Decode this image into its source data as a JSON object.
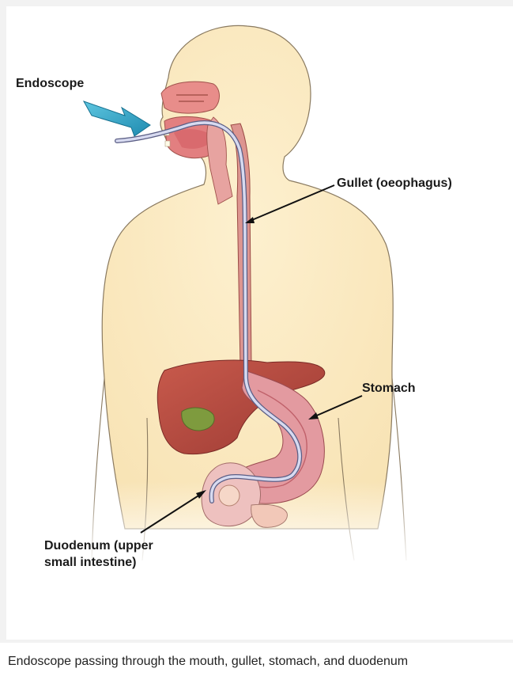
{
  "labels": {
    "endoscope": "Endoscope",
    "gullet": "Gullet (oeophagus)",
    "stomach": "Stomach",
    "duodenum_line1": "Duodenum (upper",
    "duodenum_line2": "small intestine)"
  },
  "caption": "Endoscope passing through the mouth, gullet, stomach, and duodenum",
  "colors": {
    "skin": "#fcecc4",
    "skin_outline": "#8a7a60",
    "liver": "#b5443c",
    "stomach": "#e39aa0",
    "duodenum": "#eec1bf",
    "gallbladder": "#7e9b3e",
    "endoscope": "#c9cde8",
    "arrow": "#2fa6c9",
    "esophagus": "#d98a84"
  },
  "icons": {
    "pointer": "blue-arrow-icon"
  }
}
